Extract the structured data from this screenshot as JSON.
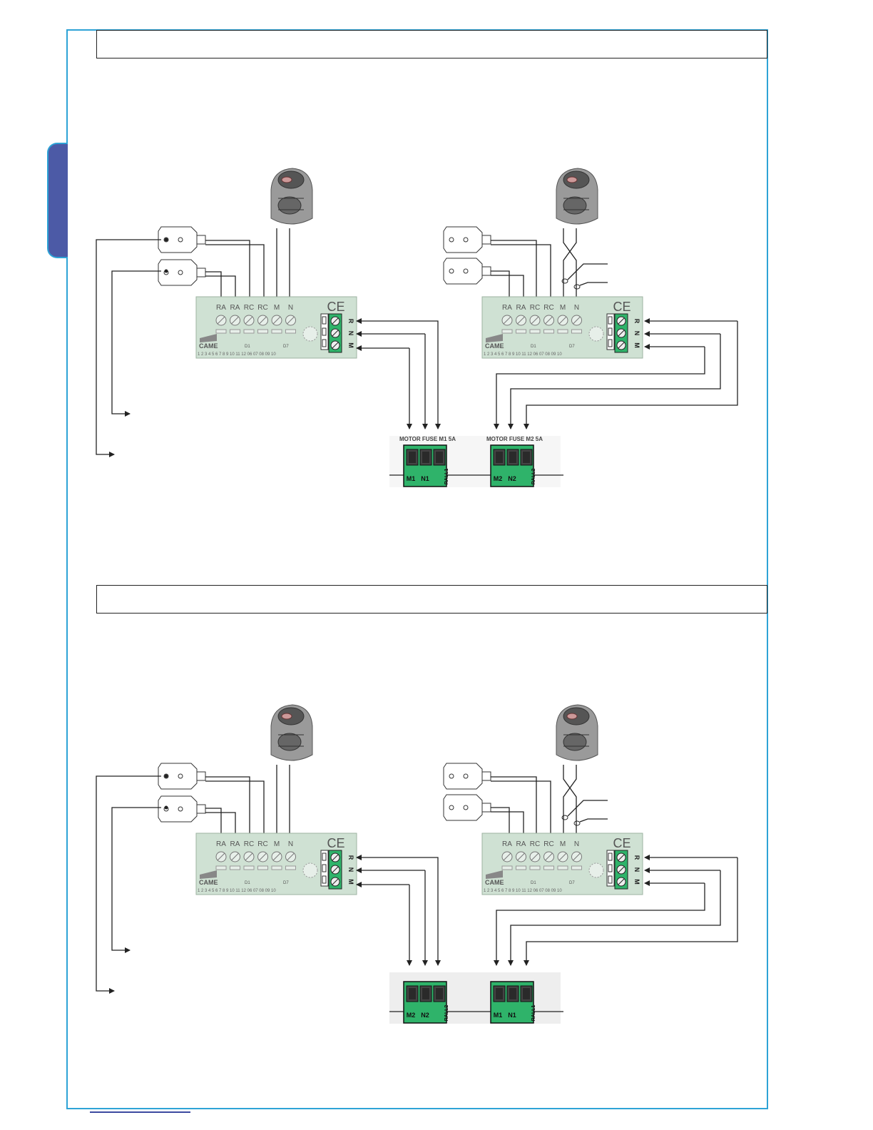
{
  "sections": [
    {
      "title": "",
      "left_board": {
        "terminals": [
          "RA",
          "RA",
          "RC",
          "RC",
          "M",
          "N"
        ],
        "brand": "CAME",
        "side_labels": [
          "R",
          "N",
          "M"
        ],
        "numbers": "1 2 3 4 5 6 7 8 9 10 11 12  06 07 08 09 10",
        "d1": "D1",
        "d7": "D7"
      },
      "right_board": {
        "terminals": [
          "RA",
          "RA",
          "RC",
          "RC",
          "M",
          "N"
        ],
        "brand": "CAME",
        "side_labels": [
          "R",
          "N",
          "M"
        ],
        "numbers": "1 2 3 4 5 6 7 8 9 10 11 12  06 07 08 09 10",
        "d1": "D1",
        "d7": "D7"
      },
      "blocks": [
        {
          "header": "MOTOR FUSE M1 5A",
          "terminals": [
            "M1",
            "N1",
            "RALL1"
          ]
        },
        {
          "header": "MOTOR FUSE M2 5A",
          "terminals": [
            "M2",
            "N2",
            "RALL2"
          ]
        }
      ]
    },
    {
      "title": "",
      "left_board": {
        "terminals": [
          "RA",
          "RA",
          "RC",
          "RC",
          "M",
          "N"
        ],
        "brand": "CAME",
        "side_labels": [
          "R",
          "N",
          "M"
        ],
        "numbers": "1 2 3 4 5 6 7 8 9 10 11 12  06 07 08 09 10",
        "d1": "D1",
        "d7": "D7"
      },
      "right_board": {
        "terminals": [
          "RA",
          "RA",
          "RC",
          "RC",
          "M",
          "N"
        ],
        "brand": "CAME",
        "side_labels": [
          "R",
          "N",
          "M"
        ],
        "numbers": "1 2 3 4 5 6 7 8 9 10 11 12  06 07 08 09 10",
        "d1": "D1",
        "d7": "D7"
      },
      "blocks": [
        {
          "header": "",
          "terminals": [
            "M2",
            "N2",
            "RALL2"
          ]
        },
        {
          "header": "",
          "terminals": [
            "M1",
            "N1",
            "RALL1"
          ]
        }
      ]
    }
  ],
  "colors": {
    "frame": "#2ea3d6",
    "tab": "#4c5aa6",
    "board": "#cfe1d3",
    "terminal_green": "#2fb36a",
    "line": "#222222"
  }
}
